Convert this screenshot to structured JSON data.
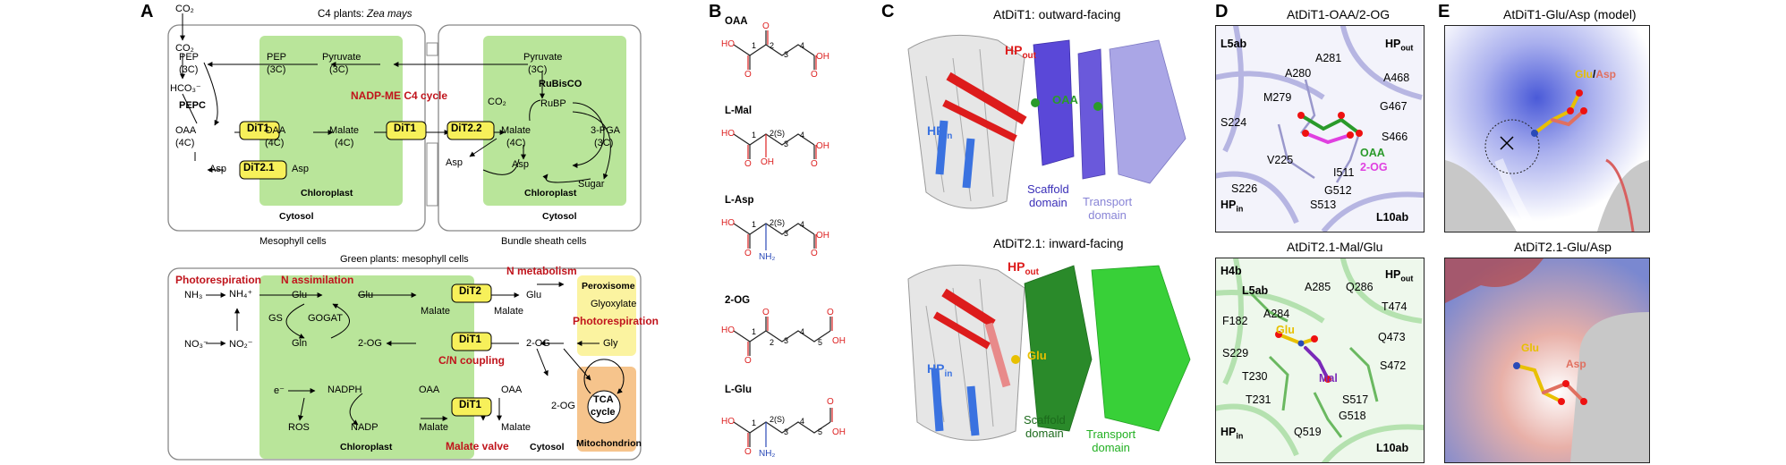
{
  "panels": {
    "a": {
      "letter": "A",
      "top_title_prefix": "C4 plants: ",
      "top_title_species": "Zea mays",
      "bottom_title": "Green plants: mesophyll cells",
      "mesophyll_caption": "Mesophyll cells",
      "bundle_caption": "Bundle sheath cells",
      "cycle_label": "NADP-ME C4 cycle",
      "chloroplast": "Chloroplast",
      "cytosol": "Cytosol",
      "mitochondrion": "Mitochondrion",
      "peroxisome": "Peroxisome",
      "photorespiration": "Photorespiration",
      "n_assimilation": "N assimilation",
      "n_metabolism": "N metabolism",
      "cn_coupling": "C/N coupling",
      "malate_valve": "Malate valve",
      "tca_line1": "TCA",
      "tca_line2": "cycle",
      "rubisco": "RuBisCO",
      "pepc": "PEPC",
      "proteins": {
        "dit1": "DiT1",
        "dit2": "DiT2",
        "dit21": "DiT2.1",
        "dit22": "DiT2.2"
      },
      "metabolites": {
        "co2": "CO₂",
        "hco3": "HCO₃⁻",
        "pep": "PEP",
        "c3": "(3C)",
        "c4": "(4C)",
        "pyruvate": "Pyruvate",
        "oaa": "OAA",
        "malate": "Malate",
        "asp": "Asp",
        "rubp": "RuBP",
        "pga": "3-PGA",
        "sugar": "Sugar",
        "nh3": "NH₃",
        "nh4": "NH₄⁺",
        "no3": "NO₃⁻",
        "no2": "NO₂⁻",
        "glu": "Glu",
        "gln": "Gln",
        "gs": "GS",
        "gogat": "GOGAT",
        "og": "2-OG",
        "glyoxylate": "Glyoxylate",
        "gly": "Gly",
        "nadph": "NADPH",
        "nadp": "NADP",
        "ros": "ROS",
        "electron": "e⁻"
      }
    },
    "b": {
      "letter": "B",
      "compounds": [
        {
          "name": "OAA"
        },
        {
          "name": "L-Mal"
        },
        {
          "name": "L-Asp"
        },
        {
          "name": "2-OG"
        },
        {
          "name": "L-Glu"
        }
      ],
      "atoms": {
        "ho": "HO",
        "oh": "OH",
        "o": "O",
        "nh2": "NH₂",
        "s2": "2(S)",
        "n1": "1",
        "n2": "2",
        "n3": "3",
        "n4": "4",
        "n5": "5"
      }
    },
    "c": {
      "letter": "C",
      "top_title": "AtDiT1: outward-facing",
      "bottom_title": "AtDiT2.1: inward-facing",
      "hp_out": "HP",
      "hp_out_sub": "out",
      "hp_in": "HP",
      "hp_in_sub": "in",
      "ligand_top": "OAA",
      "ligand_bottom": "Glu",
      "scaffold_top": [
        "Scaffold",
        "domain"
      ],
      "transport_top": [
        "Transport",
        "domain"
      ],
      "scaffold_bottom": [
        "Scaffold",
        "domain"
      ],
      "transport_bottom": [
        "Transport",
        "domain"
      ]
    },
    "d": {
      "letter": "D",
      "top_title": "AtDiT1-OAA/2-OG",
      "bottom_title": "AtDiT2.1-Mal/Glu",
      "top_labels": {
        "l5ab": "L5ab",
        "hpout": "HP",
        "hpout_sub": "out",
        "a281": "A281",
        "a280": "A280",
        "m279": "M279",
        "a468": "A468",
        "g467": "G467",
        "s224": "S224",
        "s466": "S466",
        "v225": "V225",
        "oaa": "OAA",
        "og": "2-OG",
        "i511": "I511",
        "s226": "S226",
        "g512": "G512",
        "hpin": "HP",
        "hpin_sub": "in",
        "s513": "S513",
        "l10ab": "L10ab"
      },
      "bottom_labels": {
        "h4b": "H4b",
        "hpout": "HP",
        "hpout_sub": "out",
        "l5ab": "L5ab",
        "a285": "A285",
        "q286": "Q286",
        "t474": "T474",
        "f182": "F182",
        "a284": "A284",
        "glu": "Glu",
        "q473": "Q473",
        "s229": "S229",
        "s472": "S472",
        "t230": "T230",
        "mal": "Mal",
        "t231": "T231",
        "s517": "S517",
        "g518": "G518",
        "hpin": "HP",
        "hpin_sub": "in",
        "q519": "Q519",
        "l10ab": "L10ab"
      }
    },
    "e": {
      "letter": "E",
      "top_title": "AtDiT1-Glu/Asp (model)",
      "bottom_title": "AtDiT2.1-Glu/Asp",
      "glu": "Glu",
      "asp": "Asp",
      "sep": "/"
    }
  },
  "colors": {
    "red_label": "#c0141c",
    "green_box": "#b9e59a",
    "dit_yellow": "#f7f05a",
    "perox_yellow": "#fbf3a0",
    "mito_orange": "#f6c48c",
    "dit1_violet": "#5a48d8",
    "dit1_lilac": "#aaa6e6",
    "dit21_dark_green": "#2a8a2a",
    "dit21_green": "#38d038",
    "hp_out_red": "#dd1c1c",
    "hp_in_blue": "#3a72e0",
    "oaa_green": "#2a9a2a",
    "og_magenta": "#e040e0",
    "mal_purple": "#7a2ab8",
    "glu_yellow": "#e8c000",
    "asp_salmon": "#e07060"
  }
}
